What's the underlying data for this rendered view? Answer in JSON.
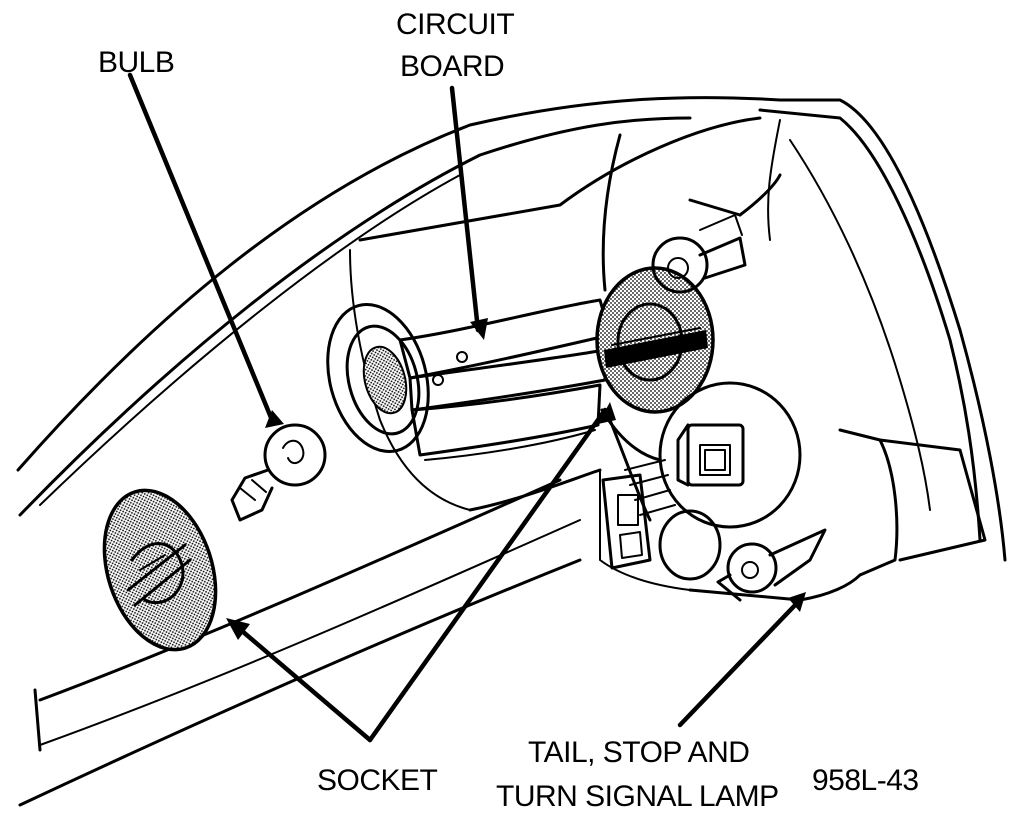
{
  "labels": {
    "bulb": "BULB",
    "circuit_board_line1": "CIRCUIT",
    "circuit_board_line2": "BOARD",
    "socket": "SOCKET",
    "lamp_line1": "TAIL, STOP AND",
    "lamp_line2": "TURN SIGNAL LAMP",
    "figure_id": "958L-43"
  }
}
